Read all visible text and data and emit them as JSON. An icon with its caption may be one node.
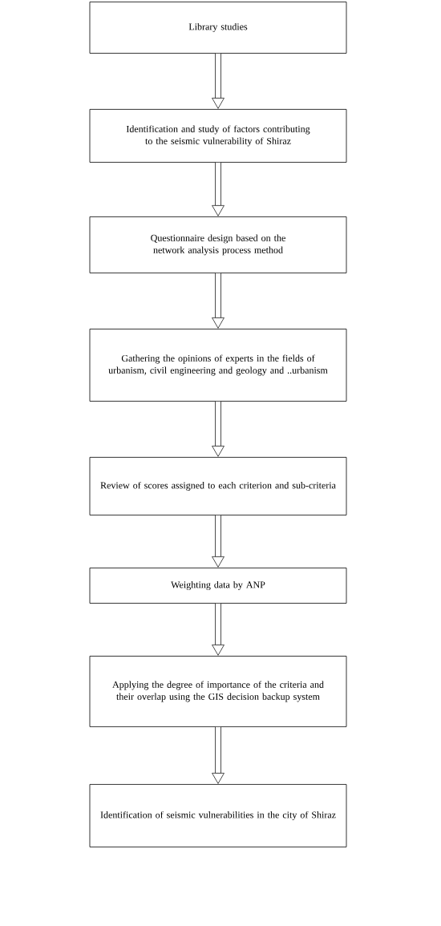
{
  "diagram": {
    "nodes": [
      {
        "text": [
          "Library studies"
        ]
      },
      {
        "text": [
          "Identification and study of factors contributing to the seismic vulnerability of Shiraz"
        ]
      },
      {
        "text": [
          "Questionnaire design based on the network analysis process method"
        ]
      },
      {
        "text": [
          "Gathering the opinions of experts in the fields of urbanism, civil engineering and geology and ..urbanism"
        ]
      },
      {
        "text": [
          "Review of scores assigned to each criterion and sub-criteria"
        ]
      },
      {
        "text": [
          "Weighting data by ANP"
        ]
      },
      {
        "text": [
          "Applying the degree of importance of the criteria and their overlap using the GIS decision backup system"
        ]
      },
      {
        "text": [
          "Identification of seismic vulnerabilities in the city of Shiraz"
        ]
      }
    ],
    "edges": [
      {
        "from": 0,
        "to": 1,
        "arrow": "to"
      },
      {
        "from": 1,
        "to": 2,
        "arrow": "to"
      },
      {
        "from": 2,
        "to": 3,
        "arrow": "to"
      },
      {
        "from": 3,
        "to": 4,
        "arrow": "to"
      },
      {
        "from": 4,
        "to": 5,
        "arrow": "to"
      },
      {
        "from": 5,
        "to": 6,
        "arrow": "to"
      },
      {
        "from": 6,
        "to": 7,
        "arrow": "to"
      }
    ]
  }
}
